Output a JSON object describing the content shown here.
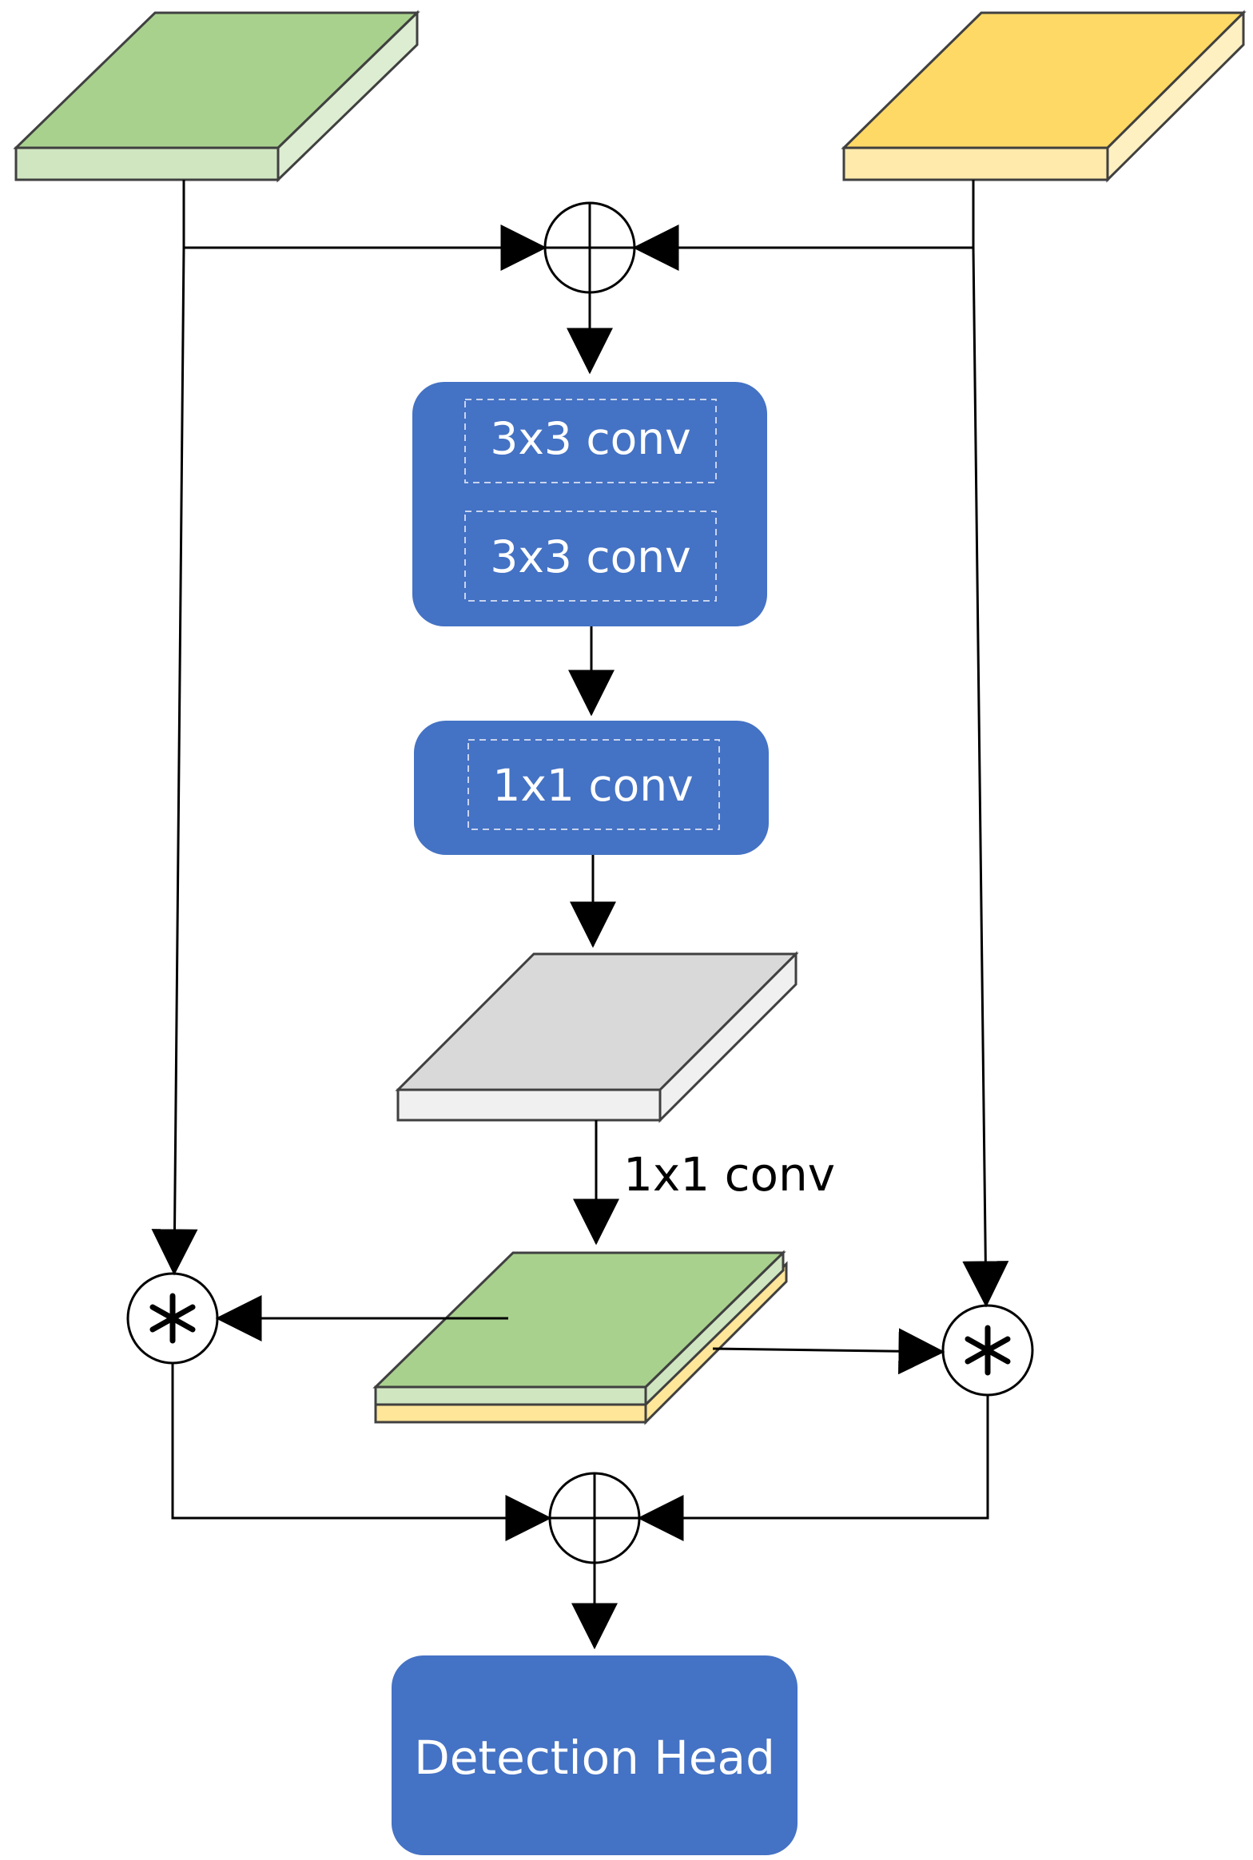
{
  "conv_block_1": {
    "layers": [
      "3x3 conv",
      "3x3 conv"
    ],
    "color": "#4472C4"
  },
  "conv_block_2": {
    "layers": [
      "1x1 conv"
    ],
    "color": "#4472C4"
  },
  "conv_label": "1x1 conv",
  "output_box": {
    "label": "Detection Head",
    "color": "#4472C4"
  },
  "feature_maps": {
    "left_input_color": "#A9D18E",
    "right_input_color": "#FFD966",
    "middle_color": "#D9D9D9",
    "fused_top_color": "#A9D18E",
    "fused_bottom_color": "#FFE699"
  },
  "operators": {
    "sum_icon": "circle-plus",
    "multiply_icon": "circle-asterisk"
  }
}
